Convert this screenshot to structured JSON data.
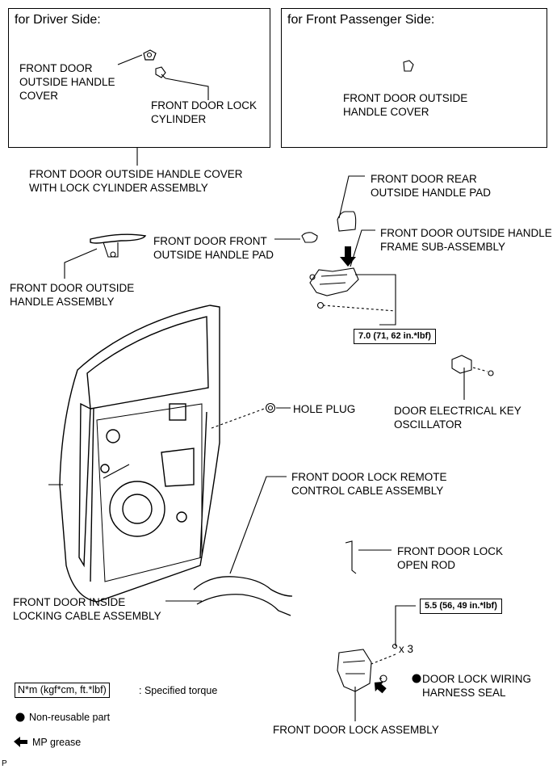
{
  "driver_box": {
    "header": "for Driver Side:",
    "cover_label": "FRONT DOOR\nOUTSIDE HANDLE\nCOVER",
    "cylinder_label": "FRONT DOOR LOCK\nCYLINDER"
  },
  "passenger_box": {
    "header": "for Front Passenger Side:",
    "cover_label": "FRONT DOOR OUTSIDE\nHANDLE COVER"
  },
  "labels": {
    "cover_assembly": "FRONT DOOR OUTSIDE HANDLE COVER\nWITH LOCK CYLINDER ASSEMBLY",
    "rear_pad": "FRONT DOOR REAR\nOUTSIDE HANDLE PAD",
    "frame": "FRONT DOOR OUTSIDE HANDLE\nFRAME SUB-ASSEMBLY",
    "front_pad": "FRONT DOOR FRONT\nOUTSIDE HANDLE PAD",
    "handle_assembly": "FRONT DOOR OUTSIDE\nHANDLE ASSEMBLY",
    "key_oscillator": "DOOR ELECTRICAL KEY\nOSCILLATOR",
    "hole_plug": "HOLE PLUG",
    "remote_cable": "FRONT DOOR LOCK REMOTE\nCONTROL CABLE ASSEMBLY",
    "open_rod": "FRONT DOOR LOCK\nOPEN ROD",
    "inside_cable": "FRONT DOOR INSIDE\nLOCKING CABLE ASSEMBLY",
    "wiring_seal": "DOOR LOCK WIRING\nHARNESS SEAL",
    "lock_assembly": "FRONT DOOR LOCK ASSEMBLY",
    "quantity": "x 3",
    "footer_code": "P"
  },
  "torques": {
    "frame_torque": "7.0 (71, 62 in.*lbf)",
    "lock_torque": "5.5 (56, 49 in.*lbf)"
  },
  "legend": {
    "torque_unit": "N*m (kgf*cm, ft.*lbf)",
    "torque_desc": ": Specified torque",
    "non_reusable": "Non-reusable part",
    "mp_grease": "MP grease"
  }
}
